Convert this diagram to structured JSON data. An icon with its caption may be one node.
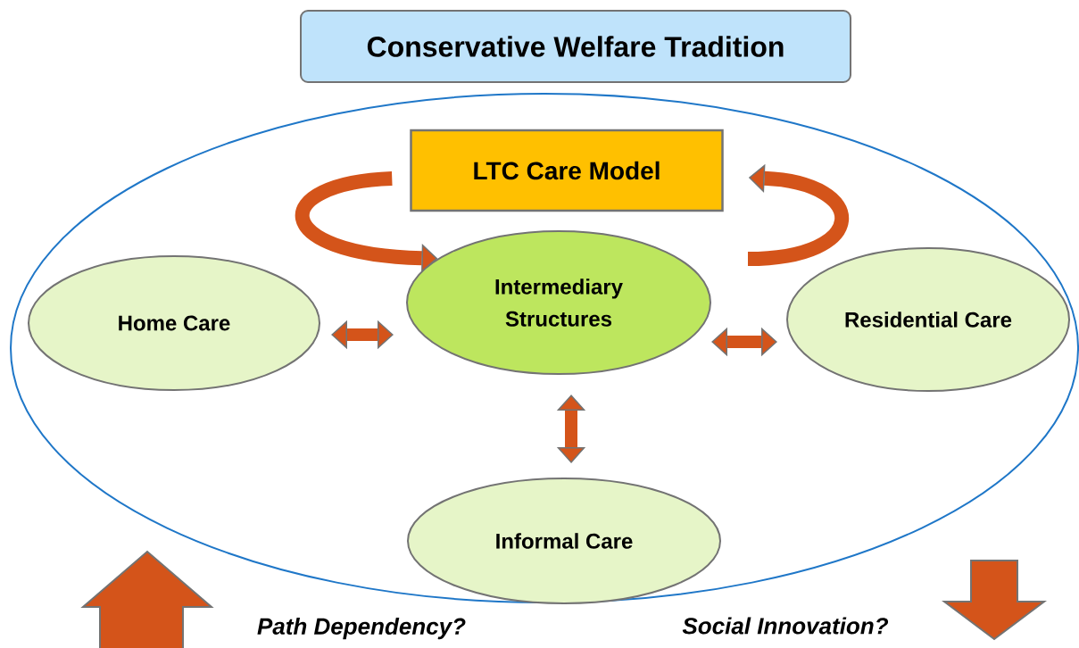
{
  "diagram": {
    "nodes": [
      {
        "text": [
          "Conservative Welfare Tradition"
        ]
      },
      {
        "text": [],
        "shape": "circle"
      },
      {
        "text": [
          "LTC  Care Model"
        ],
        "in": 1
      },
      {
        "text": [
          "Home Care"
        ],
        "in": 1
      },
      {
        "text": [
          "Intermediary Structures"
        ],
        "in": 1
      },
      {
        "text": [
          "Residential Care"
        ],
        "in": 1
      },
      {
        "text": [
          "Informal Care"
        ],
        "in": 1
      }
    ],
    "edges": [
      {
        "from": 2,
        "to": 4,
        "arrow": "to"
      },
      {
        "from": null,
        "to": 2,
        "arrow": "to"
      },
      {
        "from": 3,
        "to": 4,
        "arrow": "both"
      },
      {
        "from": 4,
        "to": 5,
        "arrow": "both"
      },
      {
        "from": 4,
        "to": 6,
        "arrow": "both"
      }
    ],
    "labels": [
      "Path Dependency?",
      "Social Innovation?"
    ]
  }
}
